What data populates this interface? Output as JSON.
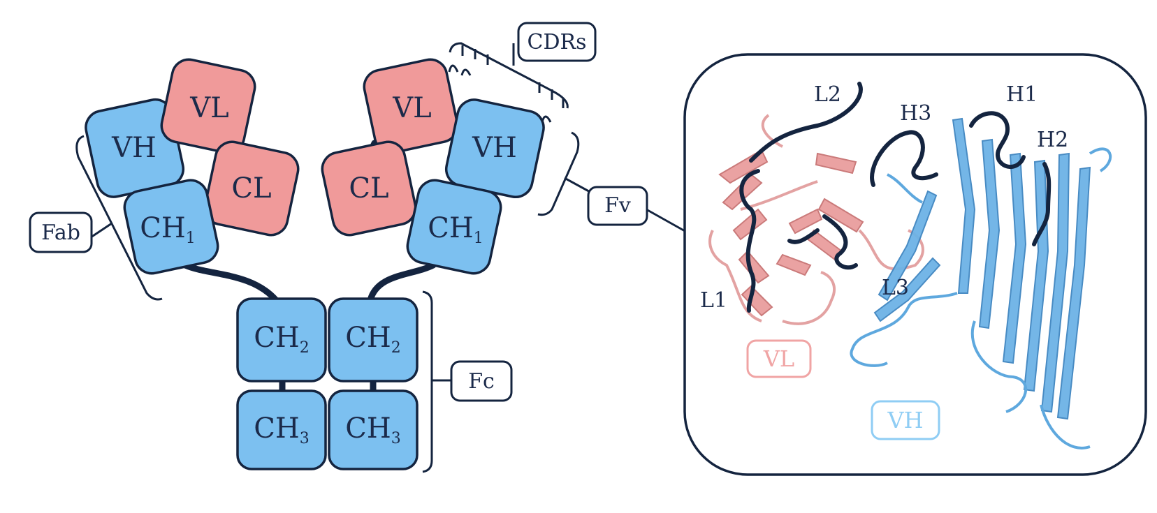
{
  "colors": {
    "heavy": "#7cc0f0",
    "light": "#f09a9a",
    "outline": "#14243f",
    "vl_label": "#f0a4a4",
    "vh_label": "#8fcdf4"
  },
  "antibody": {
    "left_arm": {
      "vh": "VH",
      "vl": "VL",
      "cl": "CL",
      "ch1": "CH",
      "ch1_sub": "1"
    },
    "right_arm": {
      "vh": "VH",
      "vl": "VL",
      "cl": "CL",
      "ch1": "CH",
      "ch1_sub": "1"
    },
    "stem": {
      "left_ch2": "CH",
      "left_ch2_sub": "2",
      "left_ch3": "CH",
      "left_ch3_sub": "3",
      "right_ch2": "CH",
      "right_ch2_sub": "2",
      "right_ch3": "CH",
      "right_ch3_sub": "3"
    },
    "tags": {
      "fab": "Fab",
      "fv": "Fv",
      "fc": "Fc",
      "cdrs": "CDRs"
    }
  },
  "structure": {
    "loops": {
      "l1": "L1",
      "l2": "L2",
      "l3": "L3",
      "h1": "H1",
      "h2": "H2",
      "h3": "H3"
    },
    "chains": {
      "vl": "VL",
      "vh": "VH"
    }
  }
}
